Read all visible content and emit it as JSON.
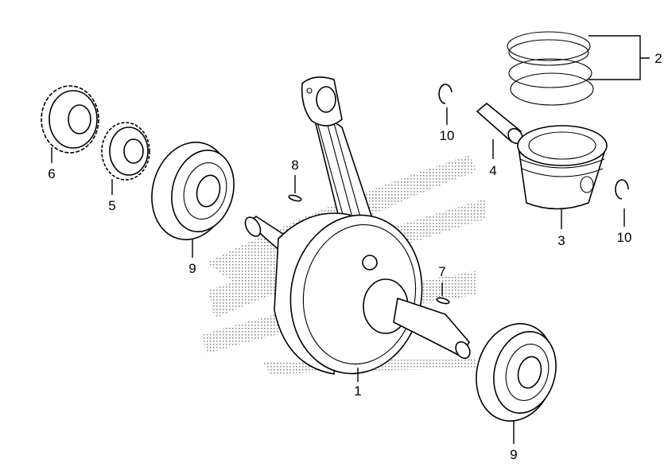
{
  "diagram": {
    "title": "Crankshaft / Piston exploded parts diagram",
    "callouts": {
      "crankshaft": "1",
      "piston_ring_set": "2",
      "piston": "3",
      "piston_pin": "4",
      "gear_small": "5",
      "gear_large": "6",
      "key_right": "7",
      "key_left": "8",
      "bearing_left": "9",
      "bearing_right": "9",
      "clip_left": "10",
      "clip_right": "10"
    },
    "colors": {
      "line": "#000000",
      "background": "#ffffff",
      "watermark_dots": "#9a9a9a"
    }
  }
}
